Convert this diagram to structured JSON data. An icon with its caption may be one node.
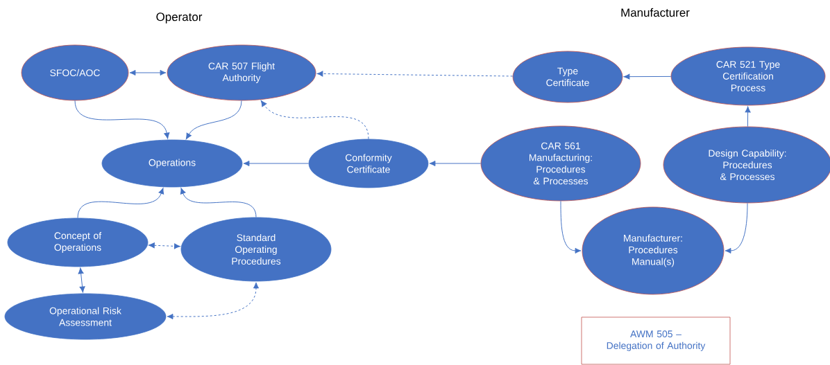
{
  "diagram": {
    "nodes": [
      {
        "text": [
          "SFOC/AOC"
        ]
      },
      {
        "text": [
          "CAR 507 Flight Authority"
        ]
      },
      {
        "text": [
          "Type Certificate"
        ]
      },
      {
        "text": [
          "CAR 521 Type Certification Process"
        ]
      },
      {
        "text": [
          "Operations"
        ]
      },
      {
        "text": [
          "Conformity Certificate"
        ]
      },
      {
        "text": [
          "CAR 561 Manufacturing: Procedures & Processes"
        ]
      },
      {
        "text": [
          "Design Capability: Procedures & Processes"
        ]
      },
      {
        "text": [
          "Concept of Operations"
        ]
      },
      {
        "text": [
          "Standard Operating Procedures"
        ]
      },
      {
        "text": [
          "Manufacturer: Procedures Manual(s)"
        ]
      },
      {
        "text": [
          "Operational Risk Assessment"
        ]
      },
      {
        "text": [
          "AWM 505 – Delegation of Authority"
        ]
      }
    ],
    "edges": [
      {
        "from": 0,
        "to": 1,
        "arrow": "both"
      },
      {
        "from": 2,
        "to": 1,
        "arrow": "to",
        "style": "dashed"
      },
      {
        "from": 3,
        "to": 2,
        "arrow": "to"
      },
      {
        "from": 0,
        "to": 4,
        "arrow": "to"
      },
      {
        "from": 1,
        "to": 4,
        "arrow": "to"
      },
      {
        "from": 5,
        "to": 4,
        "arrow": "to"
      },
      {
        "from": 6,
        "to": 5,
        "arrow": "to"
      },
      {
        "from": 5,
        "to": 1,
        "arrow": "to",
        "style": "dashed"
      },
      {
        "from": 8,
        "to": 4,
        "arrow": "to"
      },
      {
        "from": 9,
        "to": 4,
        "arrow": "to"
      },
      {
        "from": 8,
        "to": 9,
        "arrow": "both",
        "style": "dashed"
      },
      {
        "from": 8,
        "to": 11,
        "arrow": "both"
      },
      {
        "from": 11,
        "to": 9,
        "arrow": "both",
        "style": "dashed"
      },
      {
        "from": 7,
        "to": 3,
        "arrow": "to"
      },
      {
        "from": 6,
        "to": 10,
        "arrow": "to"
      },
      {
        "from": 7,
        "to": 10,
        "arrow": "to"
      }
    ],
    "labels": [
      "Operator",
      "Manufacturer"
    ]
  }
}
